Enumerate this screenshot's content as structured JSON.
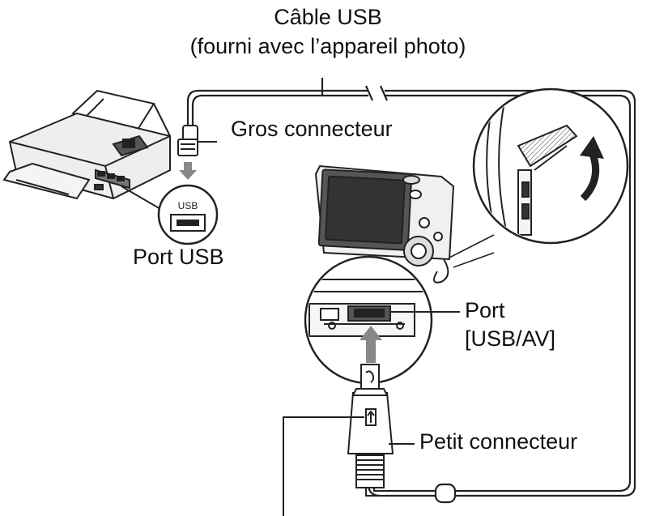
{
  "labels": {
    "cable_line1": "Câble USB",
    "cable_line2": "(fourni avec l’appareil photo)",
    "large_connector": "Gros connecteur",
    "printer_port": "Port USB",
    "port_usb_text": "USB",
    "camera_port_line1": "Port",
    "camera_port_line2": "[USB/AV]",
    "small_connector": "Petit connecteur"
  }
}
